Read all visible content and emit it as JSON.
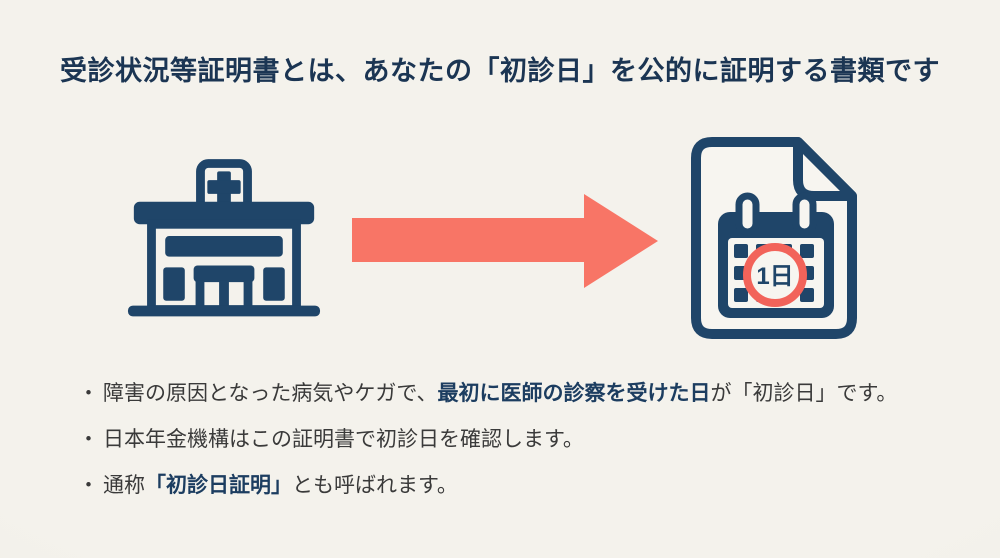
{
  "colors": {
    "background": "#F1EFE9",
    "title_navy": "#1B3553",
    "icon_navy": "#1F4569",
    "arrow_coral": "#F87566",
    "circle_red": "#F2635A",
    "body_text": "#3A3A3A",
    "emphasis_navy": "#1C3D60"
  },
  "title": {
    "text": "受診状況等証明書とは、あなたの「初診日」を公的に証明する書類です"
  },
  "diagram": {
    "hospital_icon": "hospital-building",
    "arrow_icon": "arrow-right",
    "document_icon": "document-with-calendar",
    "calendar_day_label": "1日"
  },
  "bullets": [
    {
      "marker": "・",
      "segments": [
        {
          "text": "障害の原因となった病気やケガで、",
          "bold": false
        },
        {
          "text": "最初に医師の診察を受けた日",
          "bold": true
        },
        {
          "text": "が「初診日」です。",
          "bold": false
        }
      ]
    },
    {
      "marker": "・",
      "segments": [
        {
          "text": "日本年金機構はこの証明書で初診日を確認します。",
          "bold": false
        }
      ]
    },
    {
      "marker": "・",
      "segments": [
        {
          "text": "通称",
          "bold": false
        },
        {
          "text": "「初診日証明」",
          "bold": true
        },
        {
          "text": "とも呼ばれます。",
          "bold": false
        }
      ]
    }
  ]
}
